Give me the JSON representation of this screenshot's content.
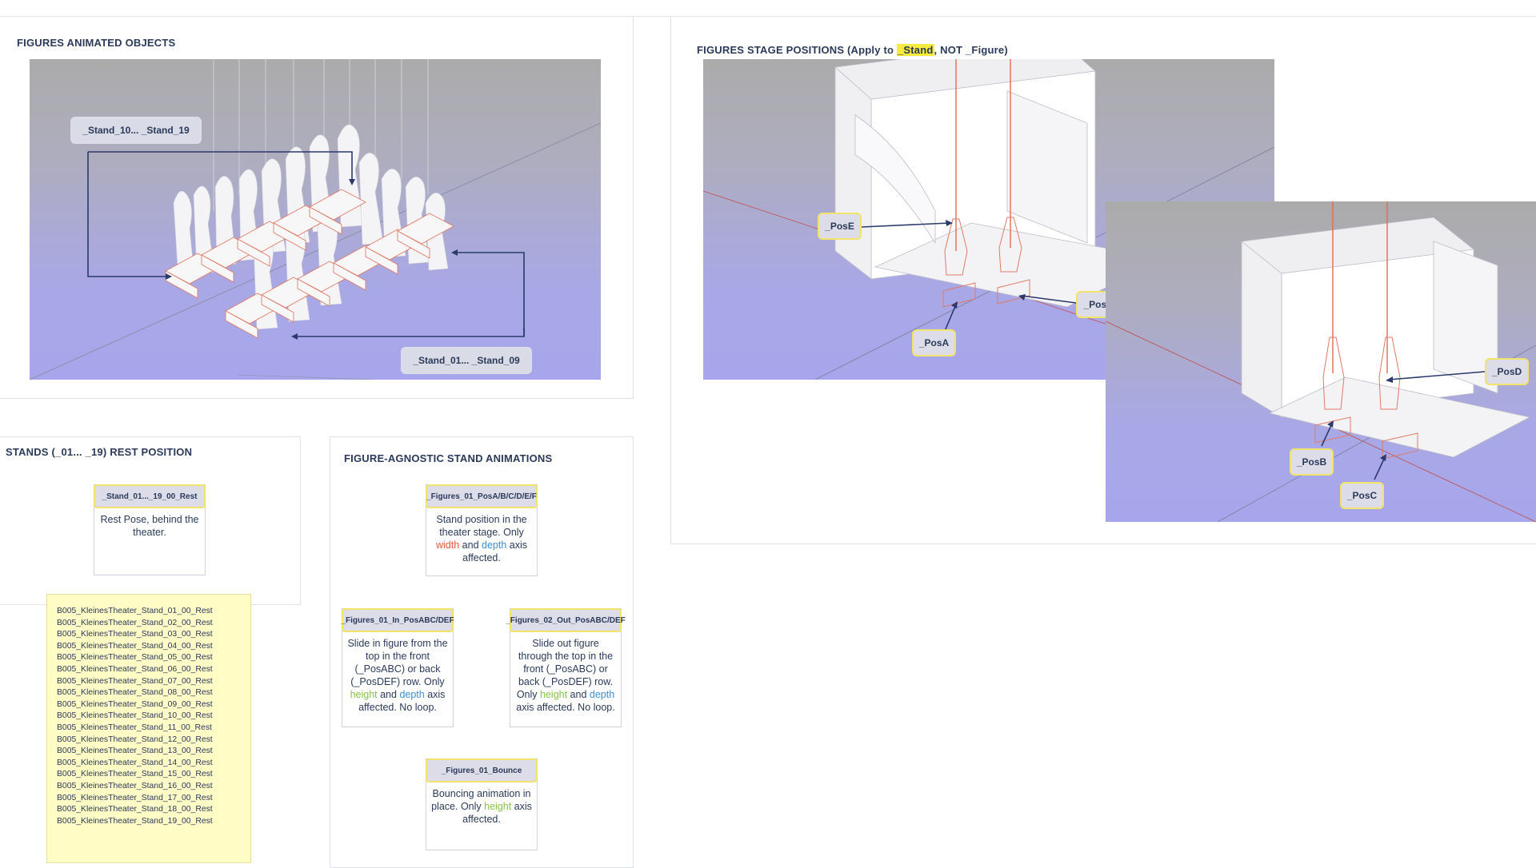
{
  "panels": {
    "animated": {
      "title": "FIGURES ANIMATED OBJECTS"
    },
    "stage": {
      "title_pre": "FIGURES STAGE POSITIONS (Apply to ",
      "title_hl": "_Stand",
      "title_post": ", NOT _Figure)"
    },
    "rest": {
      "title": "STANDS (_01... _19) REST POSITION"
    },
    "agnostic": {
      "title": "FIGURE-AGNOSTIC STAND ANIMATIONS"
    }
  },
  "animated_labels": {
    "top": "_Stand_10... _Stand_19",
    "bottom": "_Stand_01... _Stand_09"
  },
  "positions": {
    "e": "_PosE",
    "f": "_PosF",
    "a": "_PosA",
    "d": "_PosD",
    "b": "_PosB",
    "c": "_PosC"
  },
  "rest_card": {
    "title": "_Stand_01..._19_00_Rest",
    "body": "Rest Pose, behind the theater."
  },
  "cards": {
    "pos": {
      "title": "_Figures_01_PosA/B/C/D/E/F",
      "t1": "Stand position in the theater stage. Only ",
      "w": "width",
      "t2": " and ",
      "d": "depth",
      "t3": " axis affected."
    },
    "in": {
      "title": "_Figures_01_In_PosABC/DEF",
      "t1": "Slide in figure from the top in the front (_PosABC) or back (_PosDEF) row. Only ",
      "h": "height",
      "t2": " and ",
      "d": "depth",
      "t3": " axis affected. No loop."
    },
    "out": {
      "title": "_Figures_02_Out_PosABC/DEF",
      "t1": "Slide out figure through the top in the front (_PosABC) or back (_PosDEF) row. Only ",
      "h": "height",
      "t2": " and ",
      "d": "depth",
      "t3": " axis affected. No loop."
    },
    "bounce": {
      "title": "_Figures_01_Bounce",
      "t1": "Bouncing animation in place. Only ",
      "h": "height",
      "t2": " axis affected."
    }
  },
  "rest_list": [
    "B005_KleinesTheater_Stand_01_00_Rest",
    "B005_KleinesTheater_Stand_02_00_Rest",
    "B005_KleinesTheater_Stand_03_00_Rest",
    "B005_KleinesTheater_Stand_04_00_Rest",
    "B005_KleinesTheater_Stand_05_00_Rest",
    "B005_KleinesTheater_Stand_06_00_Rest",
    "B005_KleinesTheater_Stand_07_00_Rest",
    "B005_KleinesTheater_Stand_08_00_Rest",
    "B005_KleinesTheater_Stand_09_00_Rest",
    "B005_KleinesTheater_Stand_10_00_Rest",
    "B005_KleinesTheater_Stand_11_00_Rest",
    "B005_KleinesTheater_Stand_12_00_Rest",
    "B005_KleinesTheater_Stand_13_00_Rest",
    "B005_KleinesTheater_Stand_14_00_Rest",
    "B005_KleinesTheater_Stand_15_00_Rest",
    "B005_KleinesTheater_Stand_16_00_Rest",
    "B005_KleinesTheater_Stand_17_00_Rest",
    "B005_KleinesTheater_Stand_18_00_Rest",
    "B005_KleinesTheater_Stand_19_00_Rest"
  ],
  "colors": {
    "accent_highlight": "#f5ea3d",
    "tag_border": "#f2e46a",
    "width": "#e0573a",
    "depth": "#3d8ed6",
    "height": "#86c24a",
    "arrow": "#2b3a6b",
    "note": "#fffcc6"
  }
}
